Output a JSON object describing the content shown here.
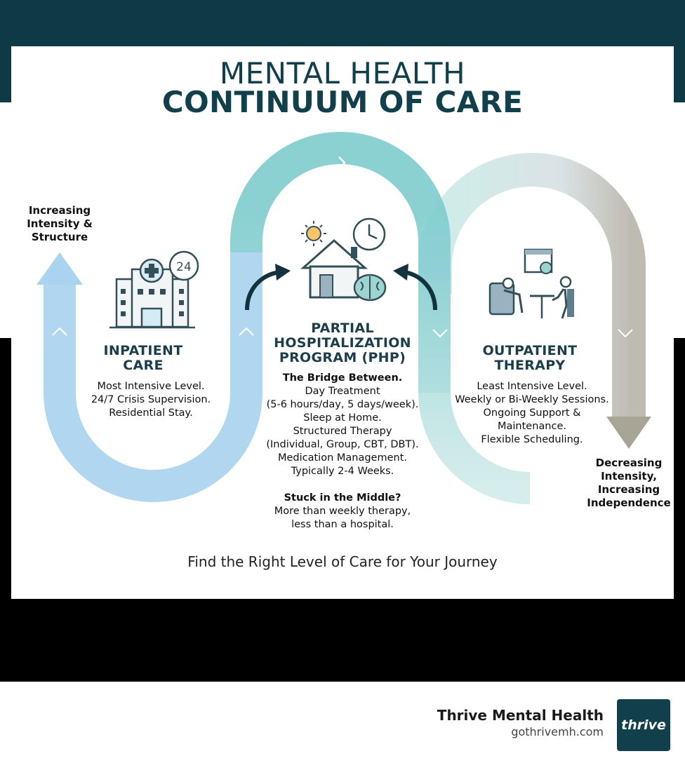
{
  "title": {
    "line1": "MENTAL HEALTH",
    "line2": "CONTINUUM OF CARE"
  },
  "side_labels": {
    "increasing": [
      "Increasing",
      "Intensity &",
      "Structure"
    ],
    "decreasing": [
      "Decreasing",
      "Intensity,",
      "Increasing",
      "Independence"
    ]
  },
  "stages": [
    {
      "heading": [
        "INPATIENT",
        "CARE"
      ],
      "lines": [
        "Most Intensive Level.",
        "24/7 Crisis Supervision.",
        "Residential Stay."
      ],
      "icon": "hospital-icon",
      "badge": "24"
    },
    {
      "heading": [
        "PARTIAL",
        "HOSPITALIZATION",
        "PROGRAM (PHP)"
      ],
      "intro": "The Bridge Between.",
      "lines": [
        "Day Treatment",
        "(5-6 hours/day, 5 days/week).",
        "Sleep at Home.",
        "Structured Therapy",
        "(Individual, Group, CBT, DBT).",
        "Medication Management.",
        "Typically 2-4 Weeks."
      ],
      "question": "Stuck in the Middle?",
      "answer": [
        "More than weekly therapy,",
        "less than a hospital."
      ],
      "icon": "home-brain-icon"
    },
    {
      "heading": [
        "OUTPATIENT",
        "THERAPY"
      ],
      "lines": [
        "Least Intensive Level.",
        "Weekly or Bi-Weekly Sessions.",
        "Ongoing Support &",
        "Maintenance.",
        "Flexible Scheduling."
      ],
      "icon": "therapy-session-icon"
    }
  ],
  "tagline": "Find the Right Level of Care for Your Journey",
  "brand": {
    "name": "Thrive Mental Health",
    "url": "gothrivemh.com",
    "logo_text": "thrive"
  },
  "colors": {
    "dark_teal": "#0d3a44",
    "heading": "#1c3e4b",
    "light_blue": "#a9d3ee",
    "teal": "#7fcccc",
    "gray": "#a8a597"
  }
}
